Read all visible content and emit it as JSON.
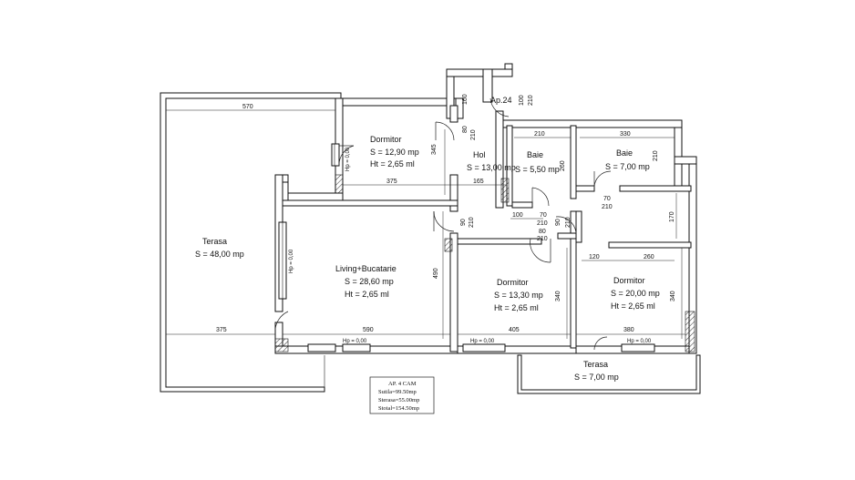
{
  "apartment_label": "Ap.24",
  "rooms": {
    "dormitor1": {
      "name": "Dormitor",
      "area": "S = 12,90 mp",
      "height": "Ht = 2,65 ml"
    },
    "hol": {
      "name": "Hol",
      "area": "S = 13,00 mp"
    },
    "baie1": {
      "name": "Baie",
      "area": "S = 5,50 mp"
    },
    "baie2": {
      "name": "Baie",
      "area": "S = 7,00 mp"
    },
    "terasa1": {
      "name": "Terasa",
      "area": "S = 48,00 mp"
    },
    "living": {
      "name": "Living+Bucatarie",
      "area": "S = 28,60 mp",
      "height": "Ht = 2,65 ml"
    },
    "dormitor2": {
      "name": "Dormitor",
      "area": "S = 13,30 mp",
      "height": "Ht = 2,65 ml"
    },
    "dormitor3": {
      "name": "Dormitor",
      "area": "S = 20,00 mp",
      "height": "Ht = 2,65 ml"
    },
    "terasa2": {
      "name": "Terasa",
      "area": "S = 7,00 mp"
    }
  },
  "dimensions": {
    "d570": "570",
    "d375a": "375",
    "d345": "345",
    "d165": "165",
    "d160": "160",
    "d80": "80",
    "d210a": "210",
    "d100a": "100",
    "d210b": "210",
    "d210c": "210",
    "d260a": "260",
    "d330": "330",
    "d210d": "210",
    "d70a": "70",
    "d210e": "210",
    "d170": "170",
    "d100b": "100",
    "d70b": "70",
    "d210f": "210",
    "d80b": "80",
    "d210g": "210",
    "d90a": "90",
    "d210h": "210",
    "d90b": "90",
    "d210i": "210",
    "d490": "490",
    "d375b": "375",
    "d590": "590",
    "d405": "405",
    "d340a": "340",
    "d120": "120",
    "d260b": "260",
    "d340b": "340",
    "d380": "380"
  },
  "window_heights": {
    "w1": "Hp = 0,00",
    "w2": "Hp = 0,00",
    "w3": "Hp = 0,00",
    "w4": "Hp = 0,00",
    "w5": "Hp = 0,00"
  },
  "legend": {
    "title": "AP. 4 CAM",
    "sutila": "Sutila=99.50mp",
    "sterasa": "Sterasa=55.00mp",
    "stotal": "Stotal=154.50mp"
  }
}
